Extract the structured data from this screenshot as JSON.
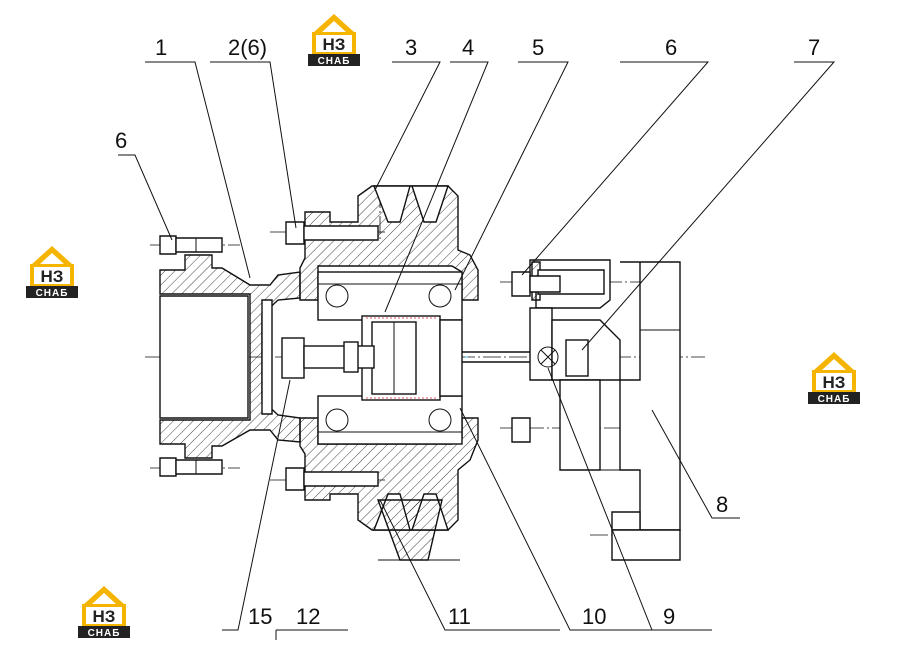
{
  "callouts": [
    {
      "id": "1",
      "label": "1"
    },
    {
      "id": "2",
      "label": "2(6)"
    },
    {
      "id": "3",
      "label": "3"
    },
    {
      "id": "4",
      "label": "4"
    },
    {
      "id": "5",
      "label": "5"
    },
    {
      "id": "6a",
      "label": "6"
    },
    {
      "id": "6b",
      "label": "6"
    },
    {
      "id": "7",
      "label": "7"
    },
    {
      "id": "8",
      "label": "8"
    },
    {
      "id": "9",
      "label": "9"
    },
    {
      "id": "10",
      "label": "10"
    },
    {
      "id": "11",
      "label": "11"
    },
    {
      "id": "12",
      "label": "12"
    },
    {
      "id": "15",
      "label": "15"
    }
  ],
  "watermark": {
    "top_text": "НЗ",
    "bottom_text": "СНАБ",
    "accent_color": "#f5b400",
    "dark_color": "#222222"
  },
  "colors": {
    "line": "#111111",
    "centerline_cyan": "#2bb7e6",
    "seal_red": "#dd2233"
  }
}
